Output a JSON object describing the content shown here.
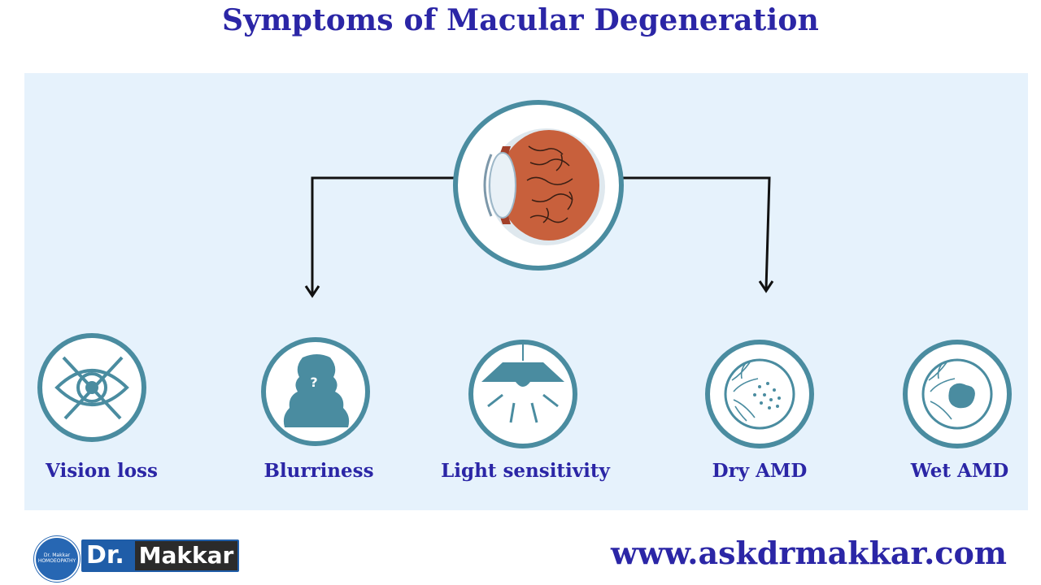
{
  "title": "Symptoms of  Macular Degeneration",
  "center_icon": "eyeball-retina-icon",
  "symptoms": [
    {
      "label": "Vision loss",
      "icon": "crossed-eye-icon"
    },
    {
      "label": "Blurriness",
      "icon": "blurred-person-question-icon"
    },
    {
      "label": "Light sensitivity",
      "icon": "ceiling-lamp-icon"
    },
    {
      "label": "Dry AMD",
      "icon": "retina-drusen-icon"
    },
    {
      "label": "Wet AMD",
      "icon": "retina-bleed-icon"
    }
  ],
  "brand": {
    "seal_text": "Dr. Makkar HOMOEOPATHY",
    "prefix": "Dr.",
    "name": "Makkar"
  },
  "website": "www.askdrmakkar.com",
  "colors": {
    "title": "#2b26a6",
    "panel": "#e6f2fc",
    "icon_teal": "#4a8ca0",
    "eye_orange": "#c8603c"
  }
}
